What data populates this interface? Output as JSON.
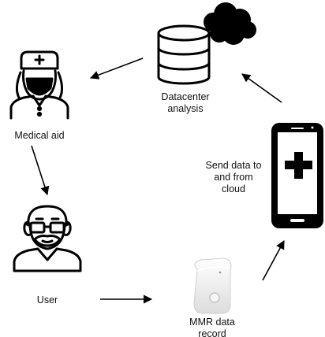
{
  "nodes": {
    "datacenter": {
      "icon": "database-cloud-icon",
      "label_line1": "Datacenter",
      "label_line2": "analysis"
    },
    "medical_aid": {
      "icon": "nurse-icon",
      "label": "Medical aid"
    },
    "user": {
      "icon": "elderly-man-icon",
      "label": "User"
    },
    "mmr_device": {
      "icon": "wearable-sensor-icon",
      "label_line1": "MMR data",
      "label_line2": "record"
    },
    "phone": {
      "icon": "smartphone-medical-icon",
      "label_line1": "Send data to",
      "label_line2": "and from",
      "label_line3": "cloud"
    }
  },
  "colors": {
    "stroke": "#000000",
    "fill_dark": "#000000",
    "fill_light": "#ffffff",
    "device": "#eaeaea"
  }
}
